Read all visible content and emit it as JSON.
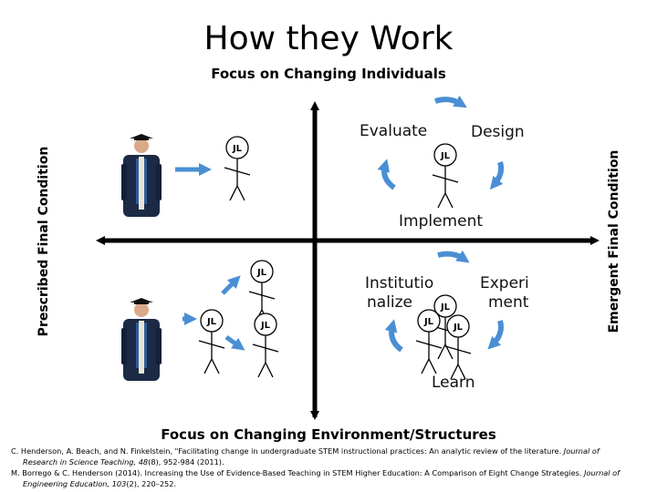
{
  "title": "How they Work",
  "top_label": "Focus on Changing Individuals",
  "bottom_label": "Focus on Changing Environment/Structures",
  "left_label": "Prescribed Final Condition",
  "right_label": "Emergent Final Condition",
  "cycle_top": {
    "evaluate": "Evaluate",
    "design": "Design",
    "implement": "Implement"
  },
  "cycle_bottom": {
    "institutionalize_1": "Institutio",
    "institutionalize_2": "nalize",
    "experiment_1": "Experi",
    "experiment_2": "ment",
    "learn": "Learn"
  },
  "stick_figure_face": "JL",
  "references": [
    {
      "line1_plain": "C. Henderson, A. Beach, and N. Finkelstein, \"Facilitating change in undergraduate STEM instructional practices: An analytic review of the literature. ",
      "line1_italic": "Journal of",
      "line2_italic": "Research in Science Teaching, 48",
      "line2_plain": "(8), 952-984 (2011)."
    },
    {
      "line1_plain": "M. Borrego & C. Henderson (2014). Increasing the Use of Evidence-Based Teaching in STEM Higher Education: A Comparison of Eight Change Strategies. ",
      "line1_italic": "Journal of",
      "line2_italic": "Engineering Education, 103",
      "line2_plain": "(2), 220–252."
    }
  ],
  "colors": {
    "arrow_blue": "#4a8fd4",
    "axis": "#000000",
    "gown": "#1c2a45"
  }
}
